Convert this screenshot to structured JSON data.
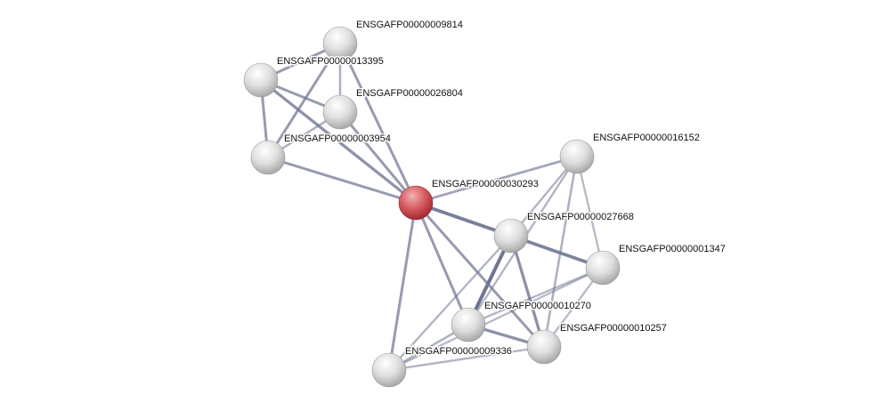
{
  "network": {
    "colors": {
      "query_node": "#c8474c",
      "node": "#d8d8d8",
      "edge": "#6e7590"
    },
    "nodes": [
      {
        "id": "ENSGAFP00000009814",
        "query": false
      },
      {
        "id": "ENSGAFP00000013395",
        "query": false
      },
      {
        "id": "ENSGAFP00000026804",
        "query": false
      },
      {
        "id": "ENSGAFP00000003954",
        "query": false
      },
      {
        "id": "ENSGAFP00000030293",
        "query": true
      },
      {
        "id": "ENSGAFP00000016152",
        "query": false
      },
      {
        "id": "ENSGAFP00000027668",
        "query": false
      },
      {
        "id": "ENSGAFP00000001347",
        "query": false
      },
      {
        "id": "ENSGAFP00000010270",
        "query": false
      },
      {
        "id": "ENSGAFP00000010257",
        "query": false
      },
      {
        "id": "ENSGAFP00000009336",
        "query": false
      }
    ],
    "edges": [
      [
        "ENSGAFP00000013395",
        "ENSGAFP00000009814",
        0.6
      ],
      [
        "ENSGAFP00000013395",
        "ENSGAFP00000026804",
        0.6
      ],
      [
        "ENSGAFP00000013395",
        "ENSGAFP00000003954",
        0.6
      ],
      [
        "ENSGAFP00000013395",
        "ENSGAFP00000030293",
        0.7
      ],
      [
        "ENSGAFP00000009814",
        "ENSGAFP00000026804",
        0.4
      ],
      [
        "ENSGAFP00000009814",
        "ENSGAFP00000003954",
        0.6
      ],
      [
        "ENSGAFP00000009814",
        "ENSGAFP00000030293",
        0.6
      ],
      [
        "ENSGAFP00000026804",
        "ENSGAFP00000003954",
        0.4
      ],
      [
        "ENSGAFP00000026804",
        "ENSGAFP00000030293",
        0.6
      ],
      [
        "ENSGAFP00000003954",
        "ENSGAFP00000030293",
        0.6
      ],
      [
        "ENSGAFP00000030293",
        "ENSGAFP00000016152",
        0.5
      ],
      [
        "ENSGAFP00000030293",
        "ENSGAFP00000027668",
        0.9
      ],
      [
        "ENSGAFP00000030293",
        "ENSGAFP00000010270",
        0.6
      ],
      [
        "ENSGAFP00000030293",
        "ENSGAFP00000010257",
        0.6
      ],
      [
        "ENSGAFP00000030293",
        "ENSGAFP00000009336",
        0.6
      ],
      [
        "ENSGAFP00000016152",
        "ENSGAFP00000027668",
        0.35
      ],
      [
        "ENSGAFP00000016152",
        "ENSGAFP00000010257",
        0.4
      ],
      [
        "ENSGAFP00000016152",
        "ENSGAFP00000001347",
        0.3
      ],
      [
        "ENSGAFP00000016152",
        "ENSGAFP00000010270",
        0.35
      ],
      [
        "ENSGAFP00000027668",
        "ENSGAFP00000001347",
        0.85
      ],
      [
        "ENSGAFP00000027668",
        "ENSGAFP00000010270",
        1.0
      ],
      [
        "ENSGAFP00000027668",
        "ENSGAFP00000010257",
        0.7
      ],
      [
        "ENSGAFP00000027668",
        "ENSGAFP00000009336",
        0.35
      ],
      [
        "ENSGAFP00000001347",
        "ENSGAFP00000010270",
        0.35
      ],
      [
        "ENSGAFP00000001347",
        "ENSGAFP00000010257",
        0.3
      ],
      [
        "ENSGAFP00000001347",
        "ENSGAFP00000009336",
        0.3
      ],
      [
        "ENSGAFP00000010270",
        "ENSGAFP00000010257",
        0.7
      ],
      [
        "ENSGAFP00000010270",
        "ENSGAFP00000009336",
        0.4
      ],
      [
        "ENSGAFP00000009336",
        "ENSGAFP00000010257",
        0.35
      ]
    ]
  }
}
